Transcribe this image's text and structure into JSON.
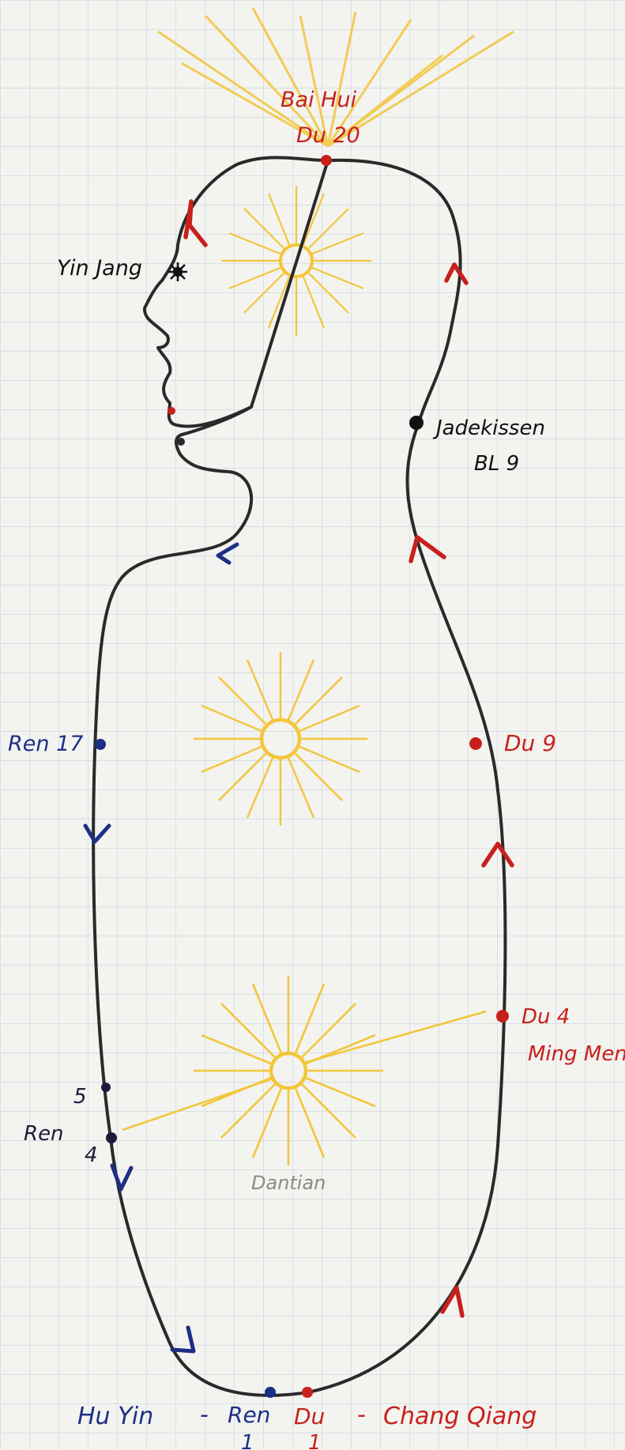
{
  "labels": {
    "bai_hui": "Bai Hui",
    "du_20": "Du 20",
    "yin_jang": "Yin Jang",
    "jadekissen": "Jadekissen",
    "bl_9": "BL 9",
    "ren_17": "Ren 17",
    "du_9": "Du 9",
    "du_4": "Du 4",
    "ming_men": "Ming Men",
    "ren_5_num": "5",
    "ren_label": "Ren",
    "ren_4_num": "4",
    "dantian": "Dantian",
    "hu_yin": "Hu Yin",
    "dash_1": "-",
    "ren_1_label": "Ren",
    "ren_1_num": "1",
    "du_1_label": "Du",
    "du_1_num": "1",
    "dash_2": "-",
    "chang_qiang": "Chang Qiang"
  },
  "colors": {
    "paper": "#f3f3f0",
    "grid": "#c9d3dc",
    "outline": "#2a2a2a",
    "ren_blue": "#1c2f86",
    "du_red": "#c8201c",
    "sun_yellow": "#f3c63a",
    "dantian_gray": "#8a8a8a"
  },
  "icons": {
    "suns": "sun-icon",
    "arrows_ren": "arrow-down-icon",
    "arrows_du": "arrow-up-icon"
  }
}
